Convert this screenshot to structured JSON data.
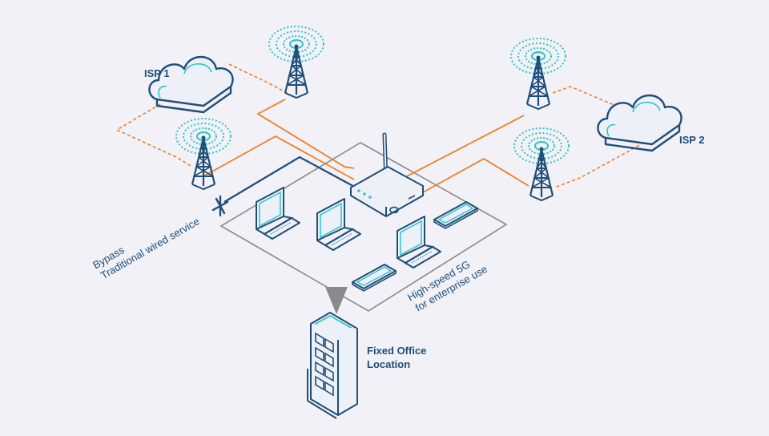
{
  "labels": {
    "isp1": "ISP 1",
    "isp2": "ISP 2",
    "bypass_line1": "Bypass",
    "bypass_line2": "Traditional wired service",
    "highspeed_line1": "High-speed 5G",
    "highspeed_line2": "for enterprise use",
    "office_line1": "Fixed Office",
    "office_line2": "Location"
  },
  "colors": {
    "background": "#f1f1f7",
    "navy": "#1f4e79",
    "orange": "#f07f1f",
    "teal": "#2ec4c8",
    "light_fill": "#eef0f7",
    "gray_frame": "#8a8a8a"
  },
  "icons": [
    "cloud-icon",
    "cell-tower-icon",
    "router-icon",
    "laptop-icon",
    "tablet-icon",
    "phone-icon",
    "office-building-icon",
    "cut-mark-icon"
  ]
}
